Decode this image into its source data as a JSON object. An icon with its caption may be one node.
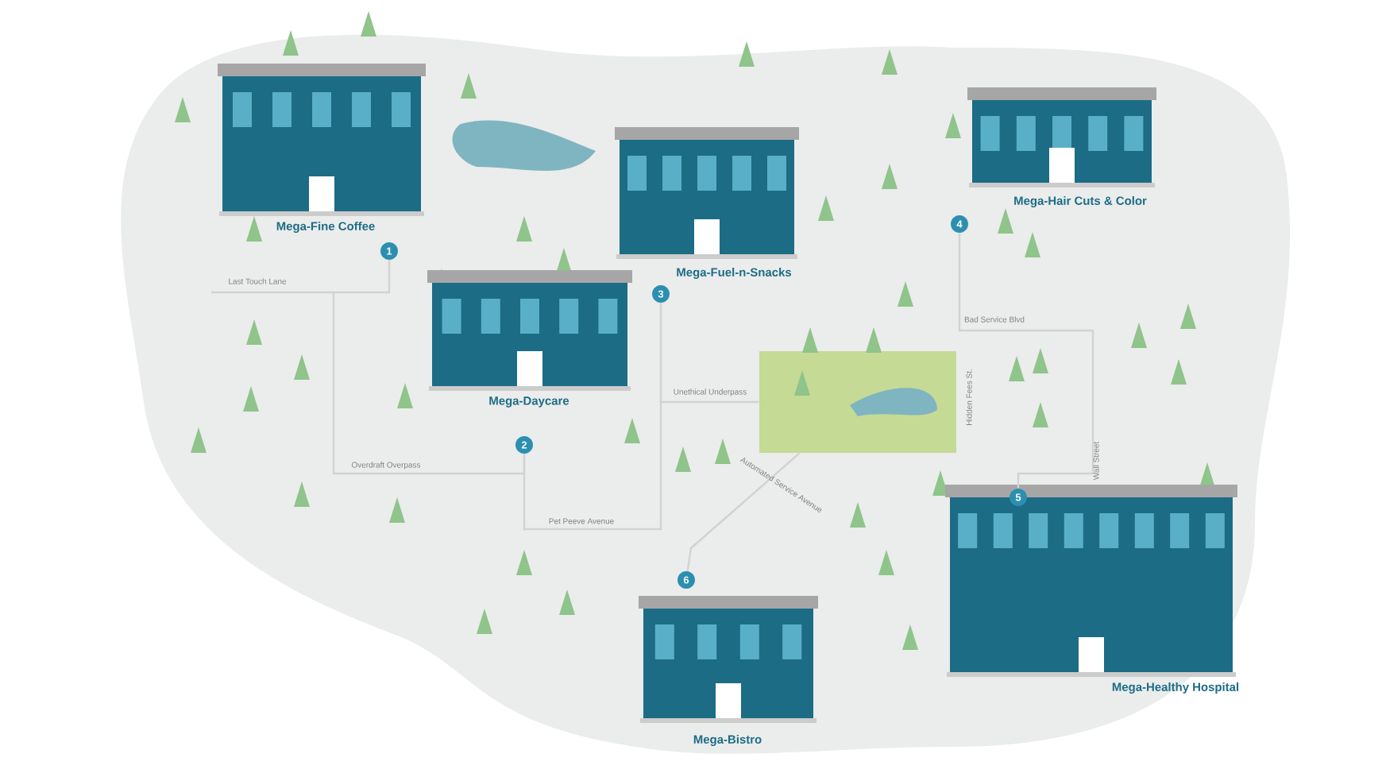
{
  "diagram": {
    "nodes": [
      {
        "text": [
          "Mega-Fine Coffee"
        ]
      },
      {
        "text": [
          "Mega-Fuel-n-Snacks"
        ]
      },
      {
        "text": [
          "Mega-Hair Cuts & Color"
        ]
      },
      {
        "text": [
          "Mega-Daycare"
        ]
      },
      {
        "text": [
          "Mega-Healthy Hospital"
        ]
      },
      {
        "text": [
          "Mega-Bistro"
        ]
      },
      {
        "text": [
          "1"
        ]
      },
      {
        "text": [
          "2"
        ]
      },
      {
        "text": [
          "3"
        ]
      },
      {
        "text": [
          "4"
        ]
      },
      {
        "text": [
          "5"
        ]
      },
      {
        "text": [
          "6"
        ]
      },
      {
        "text": [],
        "shape": "box"
      }
    ],
    "edges": [
      {
        "from": 6,
        "to": 7,
        "arrow": "none"
      },
      {
        "from": 7,
        "to": 8,
        "arrow": "none"
      },
      {
        "from": 9,
        "to": 10,
        "arrow": "none"
      },
      {
        "from": 11,
        "to": 12,
        "arrow": "none"
      },
      {
        "from": 8,
        "to": 12,
        "arrow": "none"
      }
    ],
    "labels": [
      "Last Touch Lane",
      "Overdraft Overpass",
      "Pet Peeve Avenue",
      "Unethical Underpass",
      "Bad Service Blvd",
      "Hidden Fees St.",
      "Wall Street",
      "Automated Service Avenue"
    ]
  }
}
